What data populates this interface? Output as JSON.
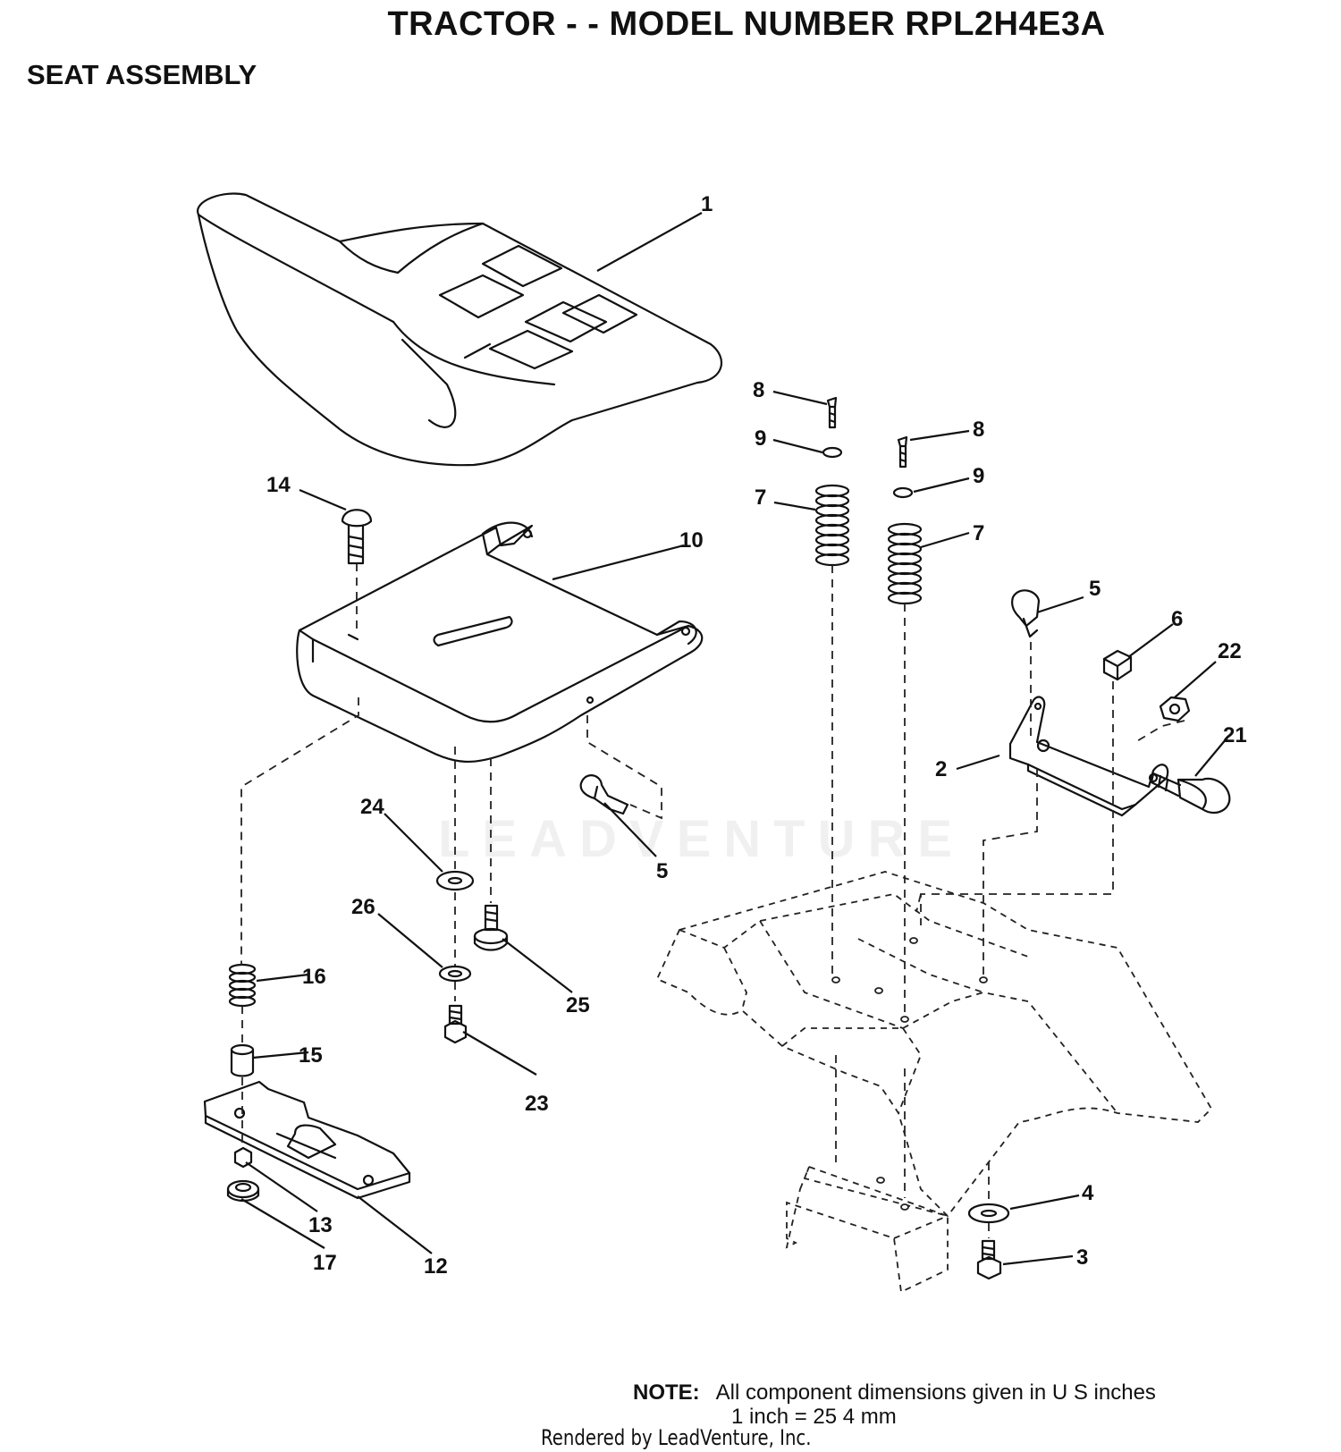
{
  "header": {
    "title": "TRACTOR - - MODEL NUMBER RPL2H4E3A",
    "subtitle": "SEAT ASSEMBLY"
  },
  "watermark": "LEADVENTURE",
  "callouts": [
    "1",
    "2",
    "3",
    "4",
    "5",
    "5",
    "6",
    "7",
    "7",
    "8",
    "8",
    "9",
    "9",
    "10",
    "12",
    "13",
    "14",
    "15",
    "16",
    "17",
    "21",
    "22",
    "23",
    "24",
    "25",
    "26"
  ],
  "note": {
    "label": "NOTE:",
    "line1": "All component dimensions given in U S  inches",
    "line2": "1 inch = 25 4 mm"
  },
  "footer": "Rendered by LeadVenture, Inc."
}
